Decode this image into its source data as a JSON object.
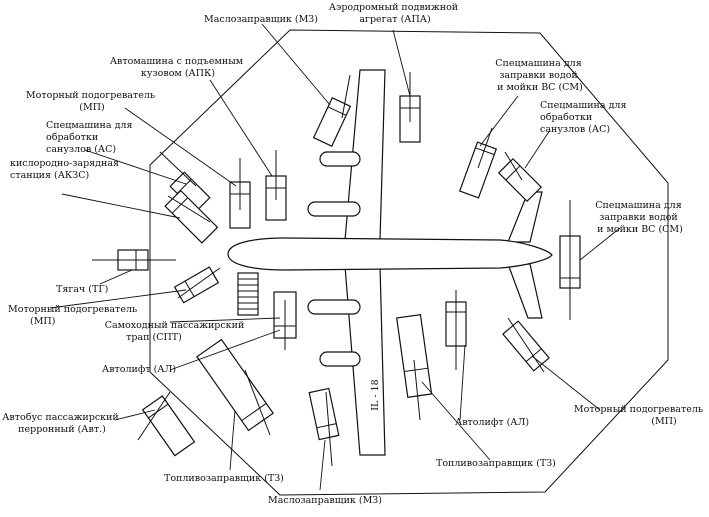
{
  "aircraft": {
    "label": "IL - 18"
  },
  "labels": [
    {
      "id": "mz-top",
      "lines": [
        "Маслозаправщик (МЗ)"
      ]
    },
    {
      "id": "apa",
      "lines": [
        "Аэродромный подвижной",
        "агрегат (АПА)"
      ]
    },
    {
      "id": "apk",
      "lines": [
        "Автомашина с подъемным",
        "кузовом (АПК)"
      ]
    },
    {
      "id": "sm-top",
      "lines": [
        "Спецмашина для",
        "заправки водой",
        "и мойки ВС (СМ)"
      ]
    },
    {
      "id": "mp-tl",
      "lines": [
        "Моторный подогреватель",
        "(МП)"
      ]
    },
    {
      "id": "as-r",
      "lines": [
        "Спецмашина для",
        "обработки",
        "санузлов (АС)"
      ]
    },
    {
      "id": "as-l",
      "lines": [
        "Спецмашина для",
        "обработки",
        "санузлов (АС)"
      ]
    },
    {
      "id": "akzs",
      "lines": [
        "кислородно-зарядная",
        "станция (АКЗС)"
      ]
    },
    {
      "id": "sm-r",
      "lines": [
        "Спецмашина для",
        "заправки водой",
        "и мойки ВС (СМ)"
      ]
    },
    {
      "id": "tg",
      "lines": [
        "Тягач (ТГ)"
      ]
    },
    {
      "id": "mp-l",
      "lines": [
        "Моторный подогреватель",
        "(МП)"
      ]
    },
    {
      "id": "spt",
      "lines": [
        "Самоходный пассажирский",
        "трап (СПТ)"
      ]
    },
    {
      "id": "al-l",
      "lines": [
        "Автолифт (АЛ)"
      ]
    },
    {
      "id": "bus",
      "lines": [
        "Автобус пассажирский",
        "перронный (Авт.)"
      ]
    },
    {
      "id": "al-r",
      "lines": [
        "Автолифт (АЛ)"
      ]
    },
    {
      "id": "mp-r",
      "lines": [
        "Моторный подогреватель",
        "(МП)"
      ]
    },
    {
      "id": "tz-r",
      "lines": [
        "Топливозаправщик (ТЗ)"
      ]
    },
    {
      "id": "tz-l",
      "lines": [
        "Топливозаправщик (ТЗ)"
      ]
    },
    {
      "id": "mz-bot",
      "lines": [
        "Маслозаправщик (МЗ)"
      ]
    }
  ]
}
